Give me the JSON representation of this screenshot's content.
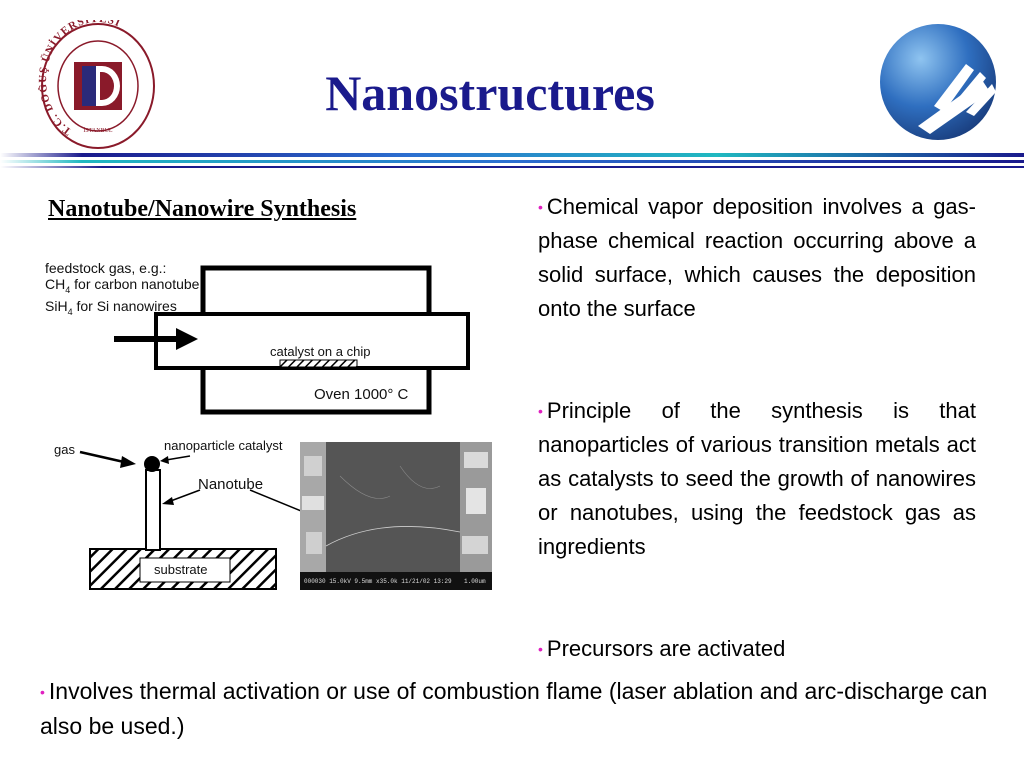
{
  "logos": {
    "left_ring_text": "T.C. DOĞUŞ ÜNİVERSİTESİ",
    "left_bottom_text": "İSTANBUL",
    "left_icon": "university-seal-icon",
    "right_icon": "globe-logo-icon"
  },
  "header": {
    "title": "Nanostructures"
  },
  "section": {
    "subtitle": "Nanotube/Nanowire Synthesis"
  },
  "diagram": {
    "feed_line1": "feedstock gas, e.g.:",
    "feed_line2": "CH",
    "feed_line2_sub": "4",
    "feed_line2_rest": " for carbon nanotube",
    "feed_line3": "SiH",
    "feed_line3_sub": "4",
    "feed_line3_rest": " for Si nanowires",
    "catalyst_chip": "catalyst on a chip",
    "oven": "Oven 1000° C",
    "gas": "gas",
    "nanoparticle": "nanoparticle catalyst",
    "nanotube": "Nanotube",
    "substrate": "substrate",
    "sem_footer": "000030 15.0kV 9.5mm x35.0k 11/21/02 13:29",
    "sem_scale": "1.00um"
  },
  "bullets": {
    "b1": "Chemical vapor deposition involves a gas-phase chemical reaction occurring above a solid surface, which causes the deposition onto the surface",
    "b2": "Principle of the synthesis is that nanoparticles of various transition metals act as catalysts to seed the growth of nanowires or nanotubes, using the feedstock gas as ingredients",
    "b3": "Precursors are activated",
    "b4": "Involves thermal activation or use of combustion flame (laser ablation and arc-discharge can also be used.)",
    "marker": "•"
  },
  "colors": {
    "title": "#1a1a8c",
    "bullet": "#e020c0"
  }
}
